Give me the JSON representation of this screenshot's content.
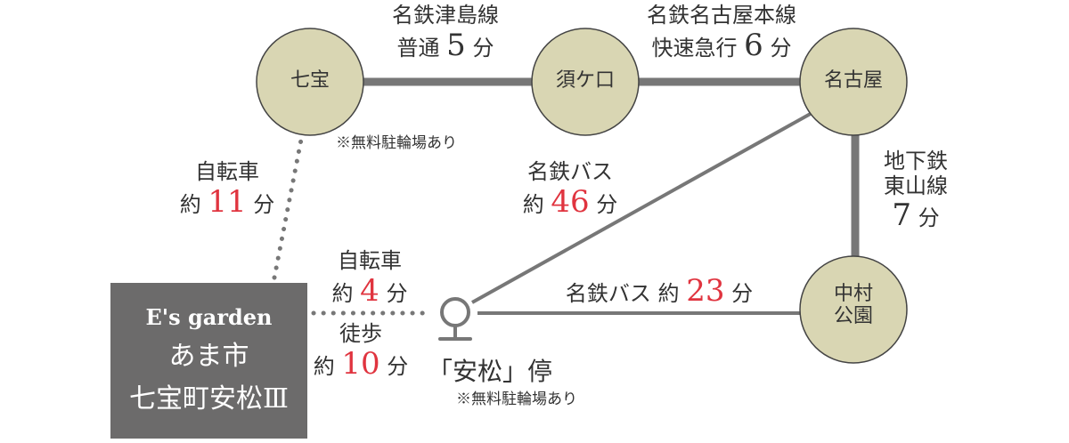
{
  "colors": {
    "station_fill": "#d9d6b3",
    "line": "#777777",
    "accent": "#e0343f",
    "box": "#6c6b6b"
  },
  "stations": {
    "shippo": "七宝",
    "sukeguchi": "須ケ口",
    "nagoya": "名古屋",
    "nakamura_1": "中村",
    "nakamura_2": "公園"
  },
  "routes": {
    "tsushima": {
      "line": "名鉄津島線",
      "type": "普通",
      "minutes": "5",
      "unit": "分"
    },
    "nagoya_main": {
      "line": "名鉄名古屋本線",
      "type": "快速急行",
      "minutes": "6",
      "unit": "分"
    },
    "subway": {
      "line1": "地下鉄",
      "line2": "東山線",
      "minutes": "7",
      "unit": "分"
    },
    "bus46": {
      "line": "名鉄バス",
      "approx": "約",
      "minutes": "46",
      "unit": "分"
    },
    "bus23": {
      "line": "名鉄バス 約",
      "minutes": "23",
      "unit": "分"
    },
    "bike11": {
      "mode": "自転車",
      "approx": "約",
      "minutes": "11",
      "unit": "分"
    },
    "bike4": {
      "mode": "自転車",
      "approx": "約",
      "minutes": "4",
      "unit": "分"
    },
    "walk10": {
      "mode": "徒歩",
      "approx": "約",
      "minutes": "10",
      "unit": "分"
    }
  },
  "notes": {
    "shippo_parking": "※無料駐輪場あり",
    "stop_parking": "※無料駐輪場あり"
  },
  "bus_stop": {
    "name": "「安松」停"
  },
  "property": {
    "brand": "E's garden",
    "line1": "あま市",
    "line2": "七宝町安松Ⅲ"
  }
}
